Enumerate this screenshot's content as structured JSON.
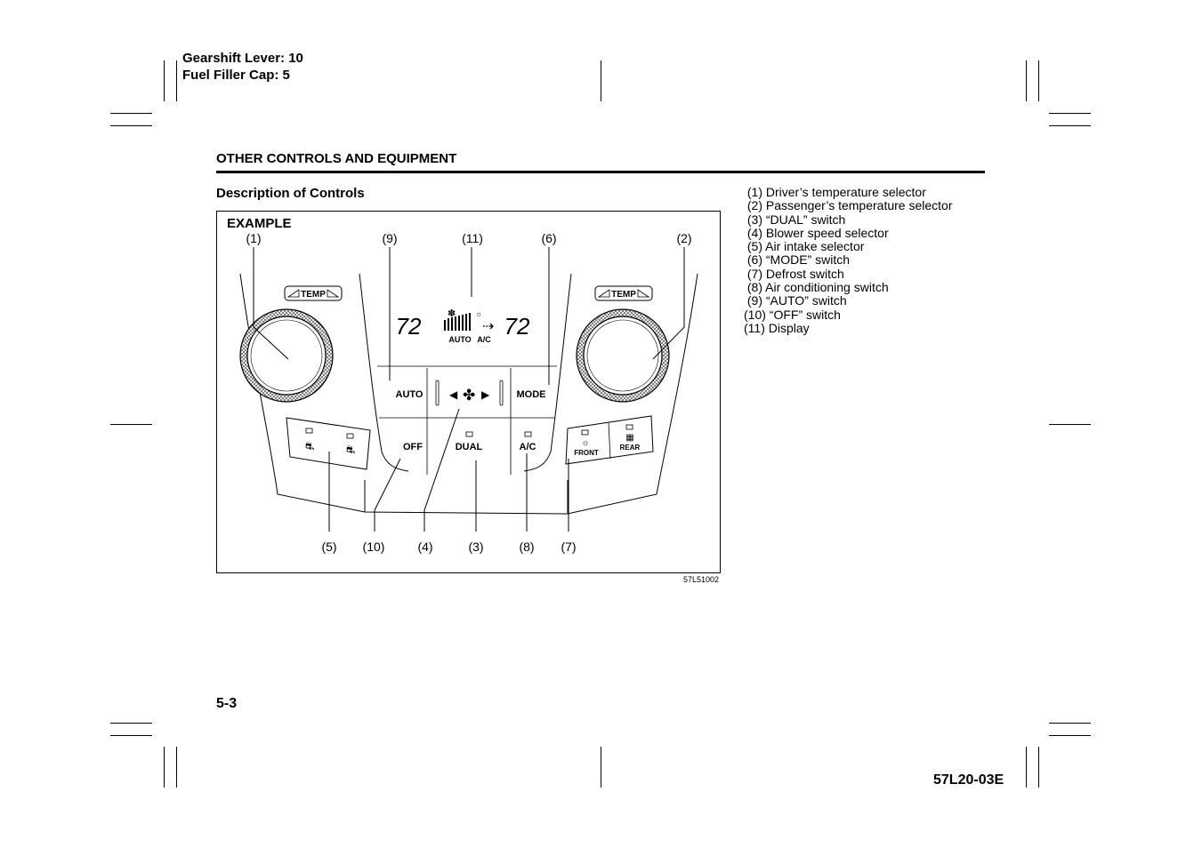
{
  "header": {
    "line1": "Gearshift Lever: 10",
    "line2": "Fuel Filler Cap: 5"
  },
  "section": {
    "title": "OTHER CONTROLS AND EQUIPMENT",
    "subtitle": "Description of Controls"
  },
  "figure": {
    "label": "EXAMPLE",
    "code": "57L51002",
    "callouts_top": [
      "(1)",
      "(9)",
      "(11)",
      "(6)",
      "(2)"
    ],
    "callouts_bottom": [
      "(5)",
      "(10)",
      "(4)",
      "(3)",
      "(8)",
      "(7)"
    ],
    "panel": {
      "temp_label": "TEMP",
      "display_left_temp": "72",
      "display_right_temp": "72",
      "display_auto": "AUTO",
      "display_ac": "A/C",
      "auto_button": "AUTO",
      "mode_button": "MODE",
      "off_button": "OFF",
      "dual_button": "DUAL",
      "ac_button": "A/C",
      "front_button": "FRONT",
      "rear_button": "REAR"
    }
  },
  "legend": [
    " (1) Driver’s temperature selector",
    " (2) Passenger’s temperature selector",
    " (3) “DUAL” switch",
    " (4) Blower speed selector",
    " (5) Air intake selector",
    " (6) “MODE” switch",
    " (7) Defrost switch",
    " (8) Air conditioning switch",
    " (9) “AUTO” switch",
    "(10) “OFF” switch",
    "(11) Display"
  ],
  "footer": {
    "page_number": "5-3",
    "doc_code": "57L20-03E"
  }
}
